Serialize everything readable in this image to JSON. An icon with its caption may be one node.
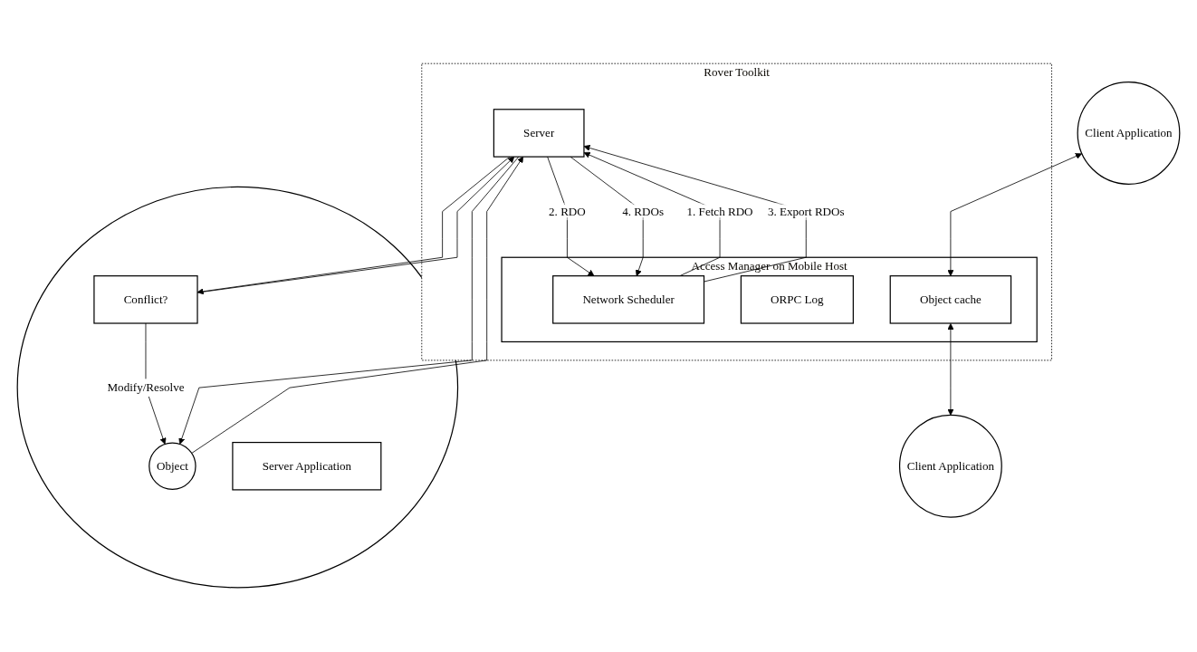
{
  "diagram": {
    "nodes": [
      {
        "text": [
          "Rover Toolkit"
        ]
      },
      {
        "text": [
          "Client Application"
        ]
      },
      {
        "text": [
          "Client Application"
        ]
      },
      {
        "text": [],
        "shape": "ellipse"
      },
      {
        "text": [
          "Server Application"
        ],
        "in": 3
      },
      {
        "text": [
          "Object"
        ],
        "in": 3
      },
      {
        "text": [
          "Conflict?"
        ],
        "in": 3
      },
      {
        "text": [
          "Access Manager on Mobile Host"
        ],
        "in": 0
      },
      {
        "text": [
          "Object cache"
        ],
        "in": 7
      },
      {
        "text": [
          "ORPC Log"
        ],
        "in": 7
      },
      {
        "text": [
          "Network Scheduler"
        ],
        "in": 7
      },
      {
        "text": [
          "Server"
        ],
        "in": 0
      }
    ],
    "edges": [
      {
        "from": 1,
        "to": 8,
        "arrow": "both"
      },
      {
        "from": 8,
        "to": 2,
        "arrow": "both"
      },
      {
        "from": 6,
        "to": 5,
        "arrow": "to",
        "label": "Modify/Resolve"
      },
      {
        "from": 10,
        "to": 11,
        "arrow": "to",
        "label": "1. Fetch RDO"
      },
      {
        "from": 11,
        "to": 5,
        "arrow": "to"
      },
      {
        "from": 5,
        "to": 11,
        "arrow": "to"
      },
      {
        "from": 11,
        "to": 10,
        "arrow": "to",
        "label": "2. RDO"
      },
      {
        "from": 10,
        "to": 11,
        "arrow": "to",
        "label": "3. Export RDOs"
      },
      {
        "from": 11,
        "to": 6,
        "arrow": "to"
      },
      {
        "from": 6,
        "to": 11,
        "arrow": "to"
      },
      {
        "from": 11,
        "to": 10,
        "arrow": "to",
        "label": "4. RDOs"
      }
    ]
  }
}
